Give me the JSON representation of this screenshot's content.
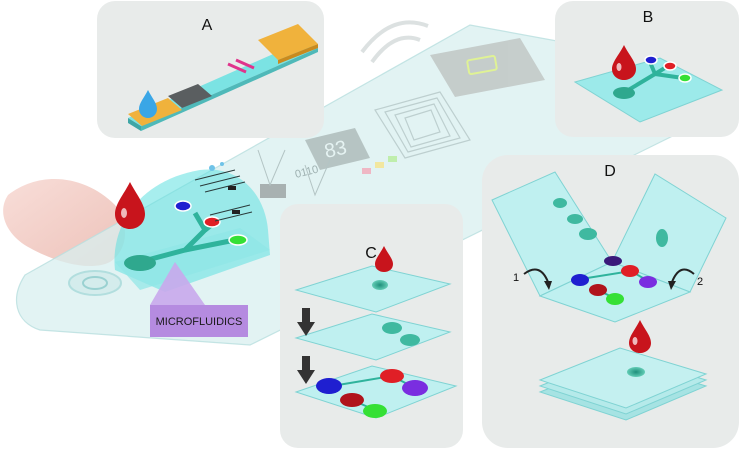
{
  "panels": {
    "a": {
      "label": "A"
    },
    "b": {
      "label": "B"
    },
    "c": {
      "label": "C"
    },
    "d": {
      "label": "D"
    }
  },
  "callout": {
    "label": "MICROFLUIDICS"
  },
  "fold_steps": {
    "first": "1",
    "second": "2"
  },
  "device_display": {
    "digits": "0110"
  },
  "colors": {
    "panel_bg": "#e8ebea",
    "paper": "#bfeeee",
    "paper_edge": "#7fd3d3",
    "blood": "#c8141c",
    "spot_teal": "#3fb9a0",
    "dot_red": "#e01f26",
    "dot_blue": "#1f1fd0",
    "dot_green": "#35e035",
    "dot_purple": "#7a2ee0",
    "dot_dark": "#3a1a7a",
    "strip_orange": "#f0b23c",
    "callout_bg": "#b58be0"
  }
}
